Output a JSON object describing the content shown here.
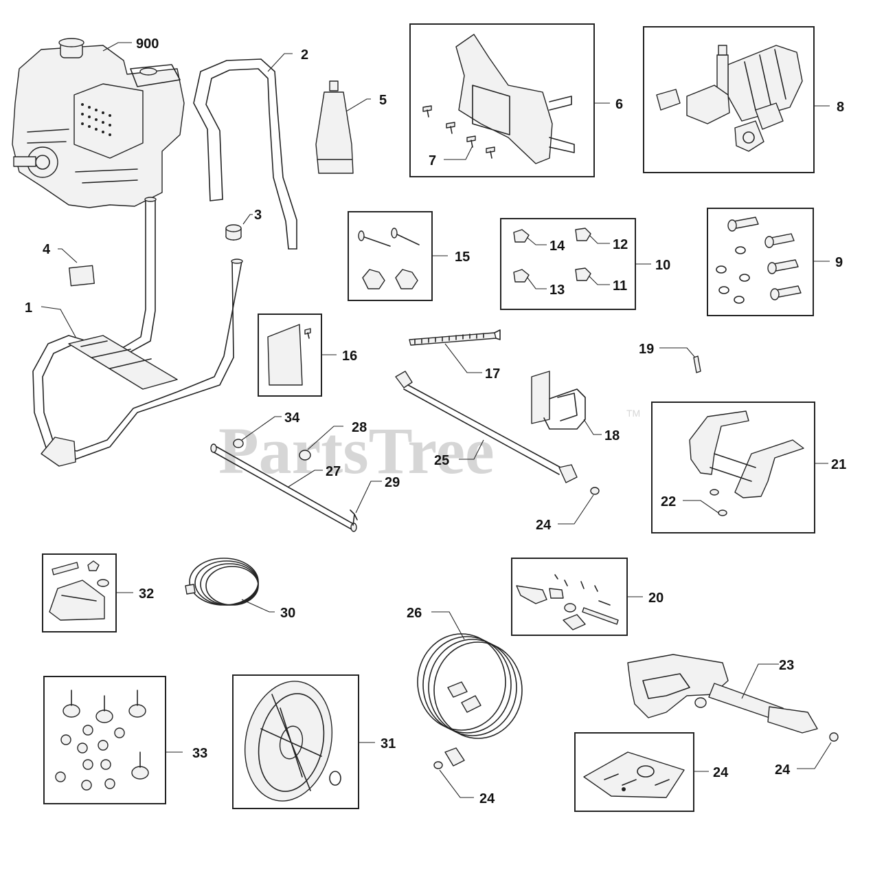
{
  "watermark": {
    "text": "PartsTree",
    "trademark": "TM"
  },
  "callouts": {
    "c900": "900",
    "c1": "1",
    "c2": "2",
    "c3": "3",
    "c4": "4",
    "c5": "5",
    "c6": "6",
    "c7": "7",
    "c8": "8",
    "c9": "9",
    "c10": "10",
    "c11": "11",
    "c12": "12",
    "c13": "13",
    "c14": "14",
    "c15": "15",
    "c16": "16",
    "c17": "17",
    "c18": "18",
    "c19": "19",
    "c20": "20",
    "c21": "21",
    "c22": "22",
    "c23": "23",
    "c24a": "24",
    "c24b": "24",
    "c24c": "24",
    "c24d": "24",
    "c25": "25",
    "c26": "26",
    "c27": "27",
    "c28": "28",
    "c29": "29",
    "c30": "30",
    "c31": "31",
    "c32": "32",
    "c33": "33",
    "c34": "34"
  }
}
